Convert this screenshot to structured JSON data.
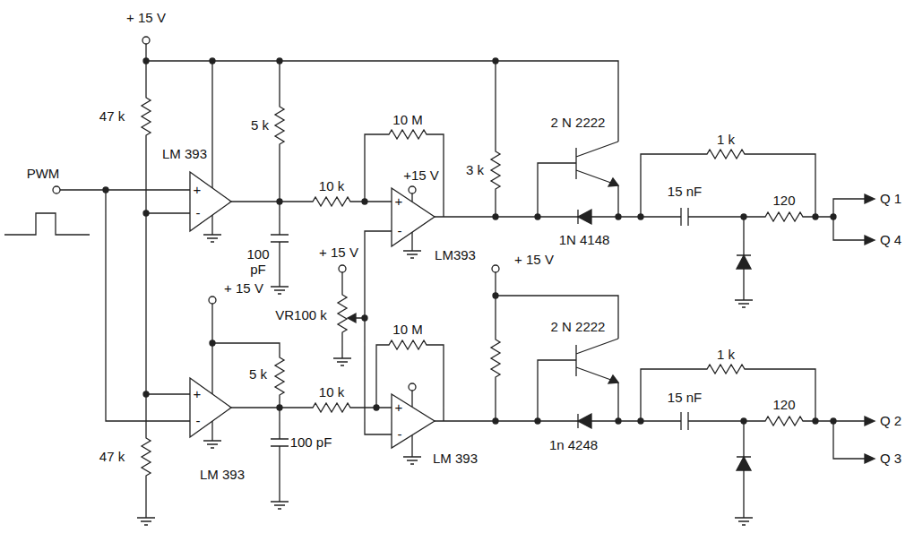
{
  "diagram": {
    "labels": [
      "+ 15 V",
      "PWM",
      "47 k",
      "LM 393",
      "+",
      "-",
      "5 k",
      "100 pF",
      "10 k",
      "10 M",
      "+15 V",
      "+",
      "-",
      "LM393",
      "+ 15 V",
      "VR100 k",
      "3 k",
      "2 N 2222",
      "1N 4148",
      "1 k",
      "15 nF",
      "120",
      "Q 1",
      "Q 4",
      "+ 15 V",
      "5 k",
      "+",
      "-",
      "10 k",
      "100 pF",
      "LM 393",
      "10 M",
      "+",
      "-",
      "LM 393",
      "+ 15 V",
      "2 N 2222",
      "1n 4248",
      "1 k",
      "15 nF",
      "120",
      "Q 2",
      "Q 3",
      "47 k"
    ]
  }
}
